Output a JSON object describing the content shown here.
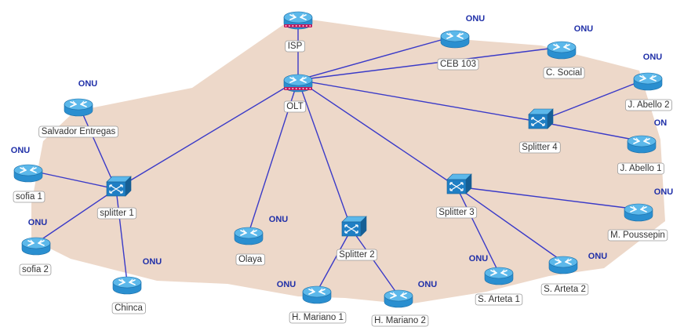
{
  "colors": {
    "link": "#3a3ac8",
    "area": "#ead1c0",
    "router_body": "#2a8fd0",
    "router_top": "#5cb8ea",
    "splitter_body": "#1f7fc4",
    "onu_tag": "#1f2fa8"
  },
  "nodes": {
    "isp": {
      "kind": "isp-router",
      "icon": "router-icon",
      "label": "ISP"
    },
    "olt": {
      "kind": "olt-router",
      "icon": "router-icon",
      "label": "OLT"
    },
    "ceb103": {
      "kind": "router",
      "icon": "router-icon",
      "label": "CEB 103",
      "tag": "ONU"
    },
    "csocial": {
      "kind": "router",
      "icon": "router-icon",
      "label": "C. Social",
      "tag": "ONU"
    },
    "jabello2": {
      "kind": "router",
      "icon": "router-icon",
      "label": "J. Abello 2",
      "tag": "ONU"
    },
    "jabello1": {
      "kind": "router",
      "icon": "router-icon",
      "label": "J. Abello 1",
      "tag": "ON"
    },
    "splitter4": {
      "kind": "splitter",
      "icon": "switch-icon",
      "label": "Splitter 4"
    },
    "salvador": {
      "kind": "router",
      "icon": "router-icon",
      "label": "Salvador Entregas",
      "tag": "ONU"
    },
    "sofia1": {
      "kind": "router",
      "icon": "router-icon",
      "label": "sofia 1",
      "tag": "ONU"
    },
    "sofia2": {
      "kind": "router",
      "icon": "router-icon",
      "label": "sofia 2",
      "tag": "ONU"
    },
    "splitter1": {
      "kind": "splitter",
      "icon": "switch-icon",
      "label": "splitter 1"
    },
    "chinca": {
      "kind": "router",
      "icon": "router-icon",
      "label": "Chinca",
      "tag": "ONU"
    },
    "olaya": {
      "kind": "router",
      "icon": "router-icon",
      "label": "Olaya",
      "tag": "ONU"
    },
    "splitter2": {
      "kind": "splitter",
      "icon": "switch-icon",
      "label": "Splitter 2"
    },
    "hmariano1": {
      "kind": "router",
      "icon": "router-icon",
      "label": "H. Mariano 1",
      "tag": "ONU"
    },
    "hmariano2": {
      "kind": "router",
      "icon": "router-icon",
      "label": "H. Mariano 2",
      "tag": "ONU"
    },
    "splitter3": {
      "kind": "splitter",
      "icon": "switch-icon",
      "label": "Splitter 3"
    },
    "sarteta1": {
      "kind": "router",
      "icon": "router-icon",
      "label": "S. Arteta 1",
      "tag": "ONU"
    },
    "sarteta2": {
      "kind": "router",
      "icon": "router-icon",
      "label": "S. Arteta 2",
      "tag": "ONU"
    },
    "mpoussepin": {
      "kind": "router",
      "icon": "router-icon",
      "label": "M. Poussepin",
      "tag": "ONU"
    }
  },
  "links": [
    [
      "isp",
      "olt"
    ],
    [
      "olt",
      "ceb103"
    ],
    [
      "olt",
      "csocial"
    ],
    [
      "olt",
      "splitter4"
    ],
    [
      "splitter4",
      "jabello2"
    ],
    [
      "splitter4",
      "jabello1"
    ],
    [
      "olt",
      "splitter1"
    ],
    [
      "olt",
      "olaya"
    ],
    [
      "olt",
      "splitter2"
    ],
    [
      "olt",
      "splitter3"
    ],
    [
      "splitter1",
      "salvador"
    ],
    [
      "splitter1",
      "sofia1"
    ],
    [
      "splitter1",
      "sofia2"
    ],
    [
      "splitter1",
      "chinca"
    ],
    [
      "splitter2",
      "hmariano1"
    ],
    [
      "splitter2",
      "hmariano2"
    ],
    [
      "splitter3",
      "sarteta1"
    ],
    [
      "splitter3",
      "sarteta2"
    ],
    [
      "splitter3",
      "mpoussepin"
    ]
  ]
}
